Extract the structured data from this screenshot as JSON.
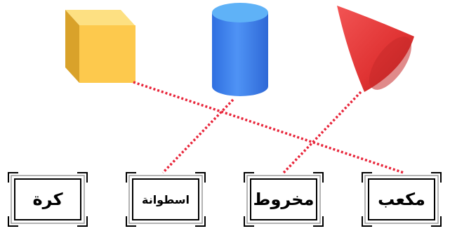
{
  "labels": {
    "sphere": "كرة",
    "cylinder": "اسطوانة",
    "cone": "مخروط",
    "cube": "مكعب"
  },
  "shapes": [
    {
      "name": "cube",
      "color": "#fdc94d"
    },
    {
      "name": "cylinder",
      "color": "#3f84ef"
    },
    {
      "name": "cone",
      "color": "#e53e3e"
    }
  ],
  "connector_color": "#e8253a",
  "matches": [
    {
      "shape": "cube",
      "label": "مكعب"
    },
    {
      "shape": "cylinder",
      "label": "اسطوانة"
    },
    {
      "shape": "cone",
      "label": "مخروط"
    }
  ]
}
